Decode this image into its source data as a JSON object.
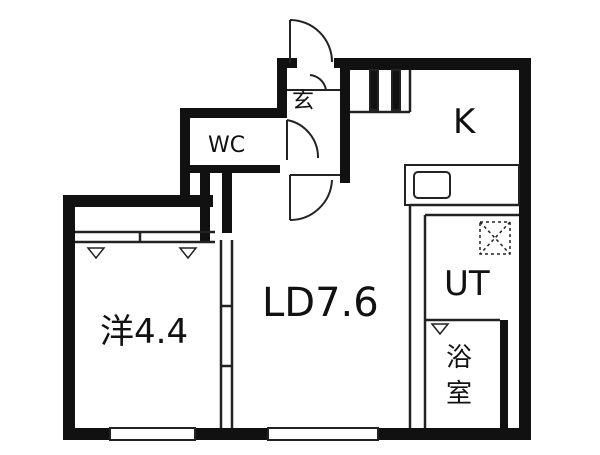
{
  "floor_plan": {
    "rooms": {
      "genkan": "玄",
      "wc": "WC",
      "kitchen": "K",
      "ld": "LD7.6",
      "western": "洋4.4",
      "ut": "UT",
      "bath_top": "浴",
      "bath_bottom": "室"
    },
    "colors": {
      "wall": "#111111",
      "background": "#ffffff",
      "line": "#222222"
    }
  }
}
